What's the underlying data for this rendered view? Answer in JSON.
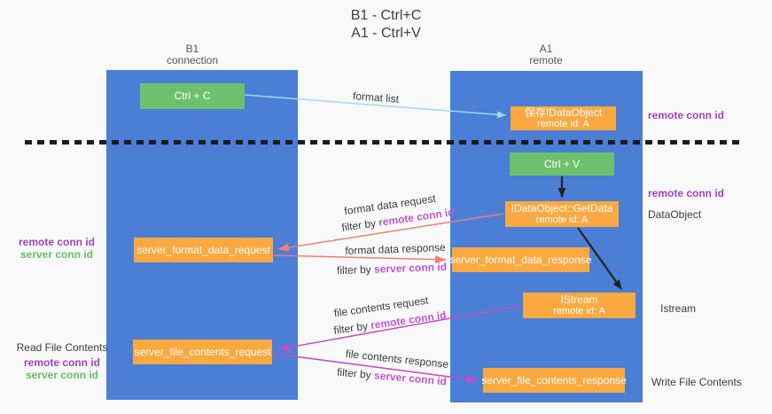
{
  "title": {
    "line1": "B1 - Ctrl+C",
    "line2": "A1 - Ctrl+V"
  },
  "columns": {
    "left": {
      "name": "B1",
      "subtitle": "connection"
    },
    "right": {
      "name": "A1",
      "subtitle": "remote"
    }
  },
  "boxes": {
    "ctrl_c": {
      "label": "Ctrl + C"
    },
    "ctrl_v": {
      "label": "Ctrl + V"
    },
    "save_dataobject": {
      "line1": "保存IDataObject",
      "line2": "remote id: A"
    },
    "getdata": {
      "line1": "IDataObject::GetData",
      "line2": "remote id: A"
    },
    "istream": {
      "line1": "IStream",
      "line2": "remote id: A"
    },
    "server_format_data_request": {
      "label": "server_format_data_request"
    },
    "server_format_data_response": {
      "label": "server_format_data_response"
    },
    "server_file_contents_request": {
      "label": "server_file_contents_request"
    },
    "server_file_contents_response": {
      "label": "server_file_contents_response"
    }
  },
  "edge_labels": {
    "format_list": "format list",
    "format_data_request": "format data request",
    "format_data_response": "format data response",
    "file_contents_request": "file contents request",
    "file_contents_response": "file contents response",
    "filter_by": "filter by ",
    "remote_conn_id": "remote conn id",
    "server_conn_id": "server conn id"
  },
  "side_labels": {
    "left": {
      "remote_conn_id": "remote conn id",
      "server_conn_id": "server conn id",
      "read_file_contents": "Read File Contents",
      "remote_conn_id_2": "remote conn id",
      "server_conn_id_2": "server conn id"
    },
    "right": {
      "remote_conn_id_1": "remote conn id",
      "remote_conn_id_2": "remote conn id",
      "dataobject": "DataObject",
      "istream": "Istream",
      "write_file_contents": "Write File Contents"
    }
  },
  "colors": {
    "panel_blue": "#4a7fd5",
    "box_orange": "#f9a940",
    "box_green": "#6fc06c",
    "purple_text": "#9c44bc",
    "filter_purple": "#bd57ce",
    "green_text": "#67bd66",
    "arrow_salmon": "#ee7d76",
    "arrow_magenta": "#cb49c3",
    "arrow_blue": "#a6d5f5",
    "arrow_black": "#222222"
  }
}
